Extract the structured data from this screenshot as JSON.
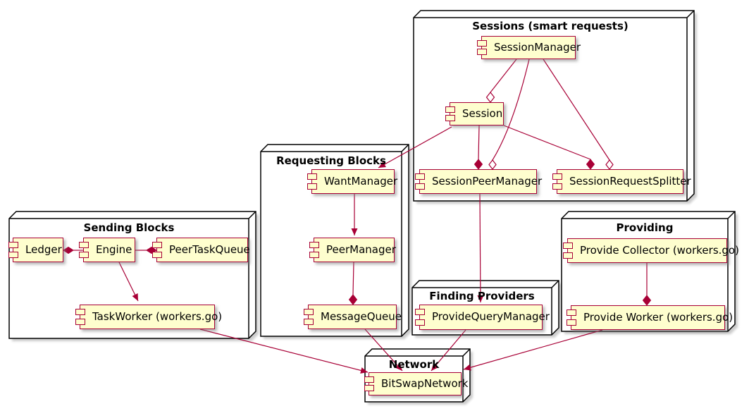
{
  "packages": {
    "sessions": {
      "title": "Sessions (smart requests)"
    },
    "requesting": {
      "title": "Requesting Blocks"
    },
    "sending": {
      "title": "Sending Blocks"
    },
    "finding": {
      "title": "Finding Providers"
    },
    "providing": {
      "title": "Providing"
    },
    "network": {
      "title": "Network"
    }
  },
  "components": {
    "session_manager": "SessionManager",
    "session": "Session",
    "session_peer_manager": "SessionPeerManager",
    "session_request_splitter": "SessionRequestSplitter",
    "want_manager": "WantManager",
    "peer_manager": "PeerManager",
    "message_queue": "MessageQueue",
    "ledger": "Ledger",
    "engine": "Engine",
    "peer_task_queue": "PeerTaskQueue",
    "task_worker": "TaskWorker (workers.go)",
    "provide_query_manager": "ProvideQueryManager",
    "provide_collector": "Provide Collector (workers.go)",
    "provide_worker": "Provide Worker (workers.go)",
    "bitswap_network": "BitSwapNetwork"
  },
  "relationships": [
    {
      "from": "SessionManager",
      "to": "Session",
      "type": "aggregation"
    },
    {
      "from": "SessionManager",
      "to": "SessionPeerManager",
      "type": "aggregation"
    },
    {
      "from": "SessionManager",
      "to": "SessionRequestSplitter",
      "type": "aggregation"
    },
    {
      "from": "Session",
      "to": "SessionPeerManager",
      "type": "composition"
    },
    {
      "from": "Session",
      "to": "SessionRequestSplitter",
      "type": "composition"
    },
    {
      "from": "Session",
      "to": "WantManager",
      "type": "arrow"
    },
    {
      "from": "SessionPeerManager",
      "to": "ProvideQueryManager",
      "type": "arrow"
    },
    {
      "from": "WantManager",
      "to": "PeerManager",
      "type": "arrow"
    },
    {
      "from": "PeerManager",
      "to": "MessageQueue",
      "type": "composition"
    },
    {
      "from": "MessageQueue",
      "to": "BitSwapNetwork",
      "type": "arrow"
    },
    {
      "from": "Engine",
      "to": "Ledger",
      "type": "composition"
    },
    {
      "from": "Engine",
      "to": "PeerTaskQueue",
      "type": "composition"
    },
    {
      "from": "Engine",
      "to": "TaskWorker (workers.go)",
      "type": "arrow"
    },
    {
      "from": "TaskWorker (workers.go)",
      "to": "BitSwapNetwork",
      "type": "arrow"
    },
    {
      "from": "ProvideQueryManager",
      "to": "BitSwapNetwork",
      "type": "arrow"
    },
    {
      "from": "Provide Collector (workers.go)",
      "to": "Provide Worker (workers.go)",
      "type": "composition"
    },
    {
      "from": "Provide Worker (workers.go)",
      "to": "BitSwapNetwork",
      "type": "arrow"
    }
  ],
  "colors": {
    "component_fill": "#FEFECE",
    "component_border": "#A80036",
    "line": "#A80036",
    "package_border": "#000000",
    "package_fill": "#FFFFFF",
    "background": "#FFFFFF",
    "text": "#000000"
  }
}
